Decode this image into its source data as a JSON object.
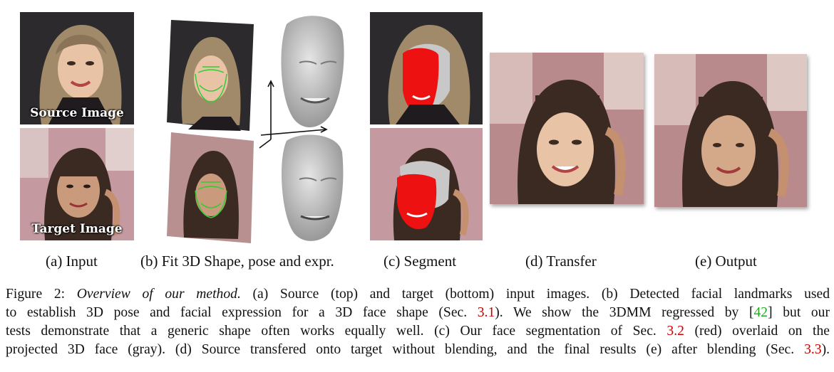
{
  "panels": {
    "a": {
      "label": "(a) Input",
      "source_tag": "Source Image",
      "target_tag": "Target Image"
    },
    "b": {
      "label": "(b) Fit 3D Shape, pose and expr."
    },
    "c": {
      "label": "(c) Segment"
    },
    "d": {
      "label": "(d) Transfer"
    },
    "e": {
      "label": "(e) Output"
    }
  },
  "caption": {
    "figure_label": "Figure 2:",
    "title": "Overview of our method.",
    "l1_rest": "(a) Source (top) and target (bottom) input images. (b) Detected facial landmarks used",
    "l2_pre": "to establish 3D pose and facial expression for a 3D face shape (Sec.",
    "l2_ref": "3.1",
    "l2_post": "). We show the 3DMM regressed by [",
    "l2_cite": "42",
    "l2_end": "] but our",
    "l3": "tests demonstrate that a generic shape often works equally well. (c) Our face segmentation of Sec.",
    "l3_ref": "3.2",
    "l3_end": "(red) overlaid on the",
    "l4_pre": "projected 3D face (gray). (d) Source transfered onto target without blending, and the final results (e) after blending (Sec.",
    "l4_ref": "3.3",
    "l4_end": ")."
  },
  "colors": {
    "segment_red": "#ee1111",
    "landmark_green": "#33cc33",
    "face_gray": "#bcbcbc"
  }
}
